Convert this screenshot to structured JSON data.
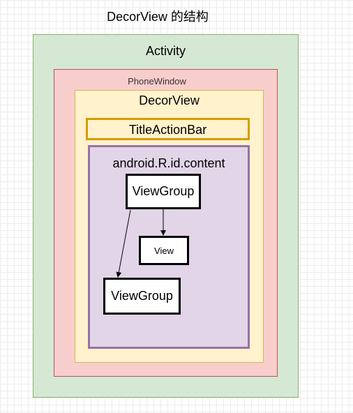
{
  "diagram": {
    "title": "DecorView 的结构",
    "activity": "Activity",
    "phone_window": "PhoneWindow",
    "decor_view": "DecorView",
    "title_action_bar": "TitleActionBar",
    "content": "android.R.id.content",
    "view_group_top": "ViewGroup",
    "view": "View",
    "view_group_bottom": "ViewGroup"
  },
  "colors": {
    "activity_fill": "#d5e8d4",
    "phone_window_fill": "#f8cecc",
    "decor_view_fill": "#fff2cc",
    "title_action_bar_border": "#d79b00",
    "content_fill": "#e1d5e7",
    "content_border": "#9673a6"
  }
}
